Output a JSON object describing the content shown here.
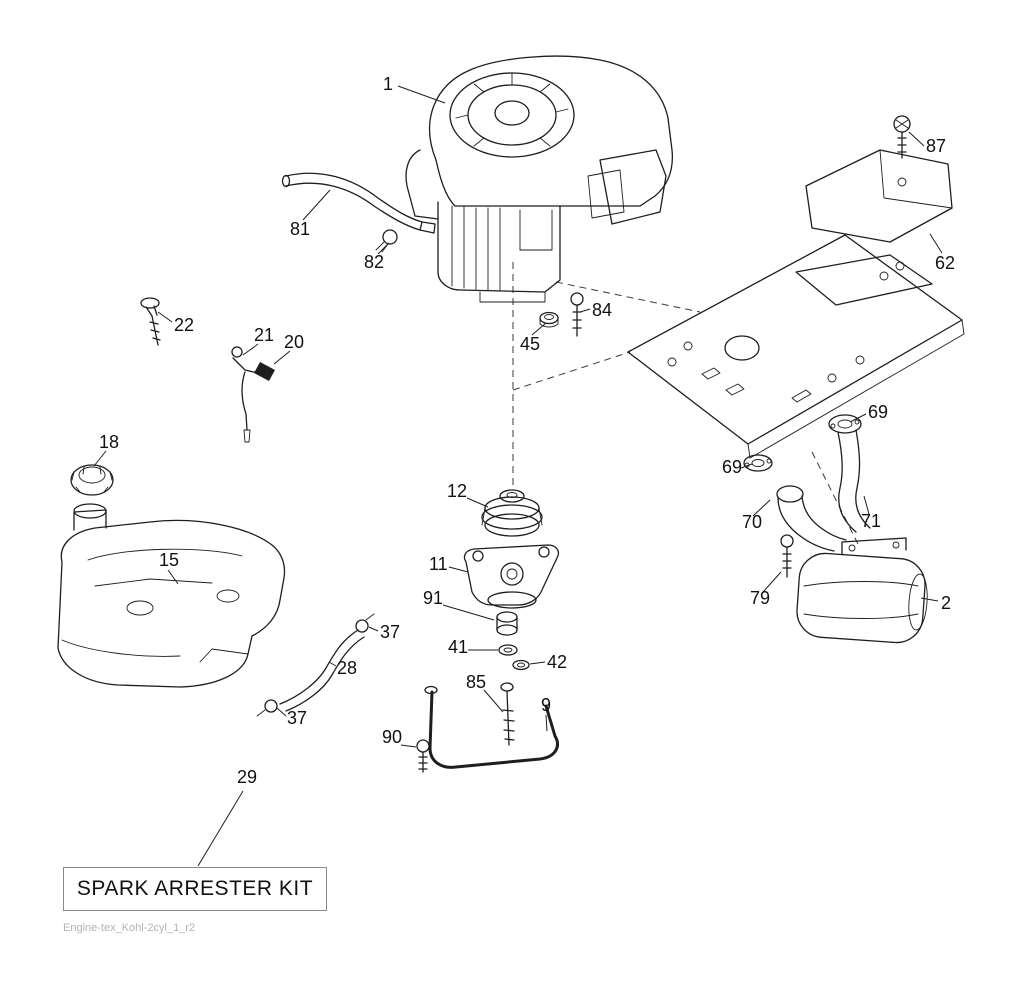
{
  "diagram": {
    "label_box": "SPARK ARRESTER KIT",
    "footer": "Engine-tex_Kohl-2cyl_1_r2",
    "callouts": [
      {
        "label": "1"
      },
      {
        "label": "87"
      },
      {
        "label": "81"
      },
      {
        "label": "82"
      },
      {
        "label": "62"
      },
      {
        "label": "84"
      },
      {
        "label": "22"
      },
      {
        "label": "45"
      },
      {
        "label": "21"
      },
      {
        "label": "20"
      },
      {
        "label": "18"
      },
      {
        "label": "69"
      },
      {
        "label": "69"
      },
      {
        "label": "12"
      },
      {
        "label": "70"
      },
      {
        "label": "71"
      },
      {
        "label": "15"
      },
      {
        "label": "11"
      },
      {
        "label": "91"
      },
      {
        "label": "79"
      },
      {
        "label": "2"
      },
      {
        "label": "41"
      },
      {
        "label": "42"
      },
      {
        "label": "37"
      },
      {
        "label": "28"
      },
      {
        "label": "85"
      },
      {
        "label": "9"
      },
      {
        "label": "37"
      },
      {
        "label": "90"
      },
      {
        "label": "29"
      }
    ]
  }
}
